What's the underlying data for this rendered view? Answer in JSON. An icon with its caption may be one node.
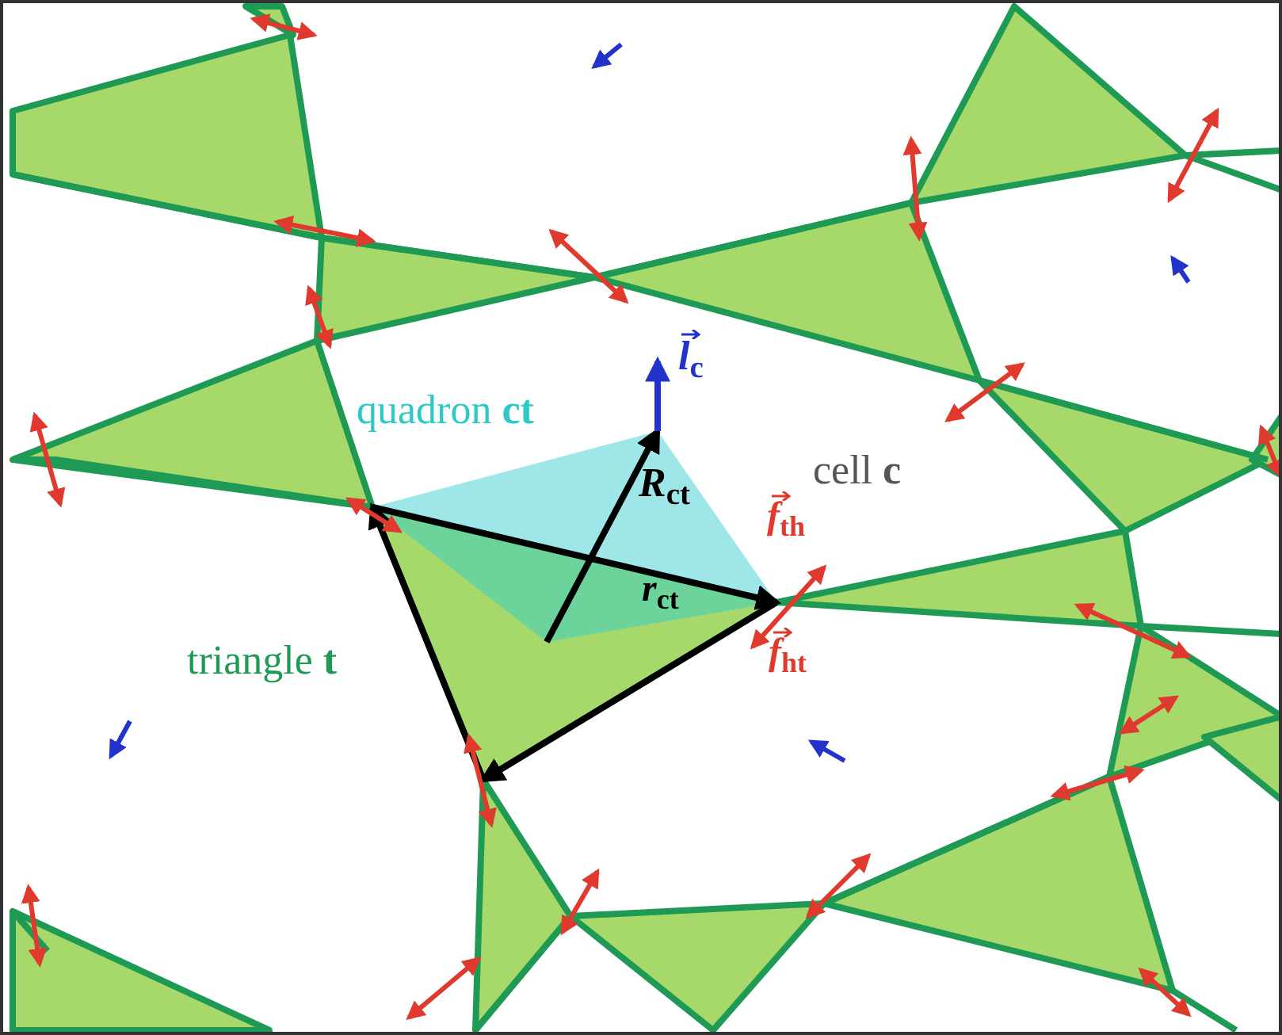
{
  "diagram": {
    "labels": [
      "quadron **ct**",
      "*l*$_{c}$",
      "*R*$_{ct}$",
      "cell **c**",
      "*f*$_{th}$",
      "*r*$_{ct}$",
      "triangle **t**",
      "*f*$_{ht}$"
    ]
  }
}
